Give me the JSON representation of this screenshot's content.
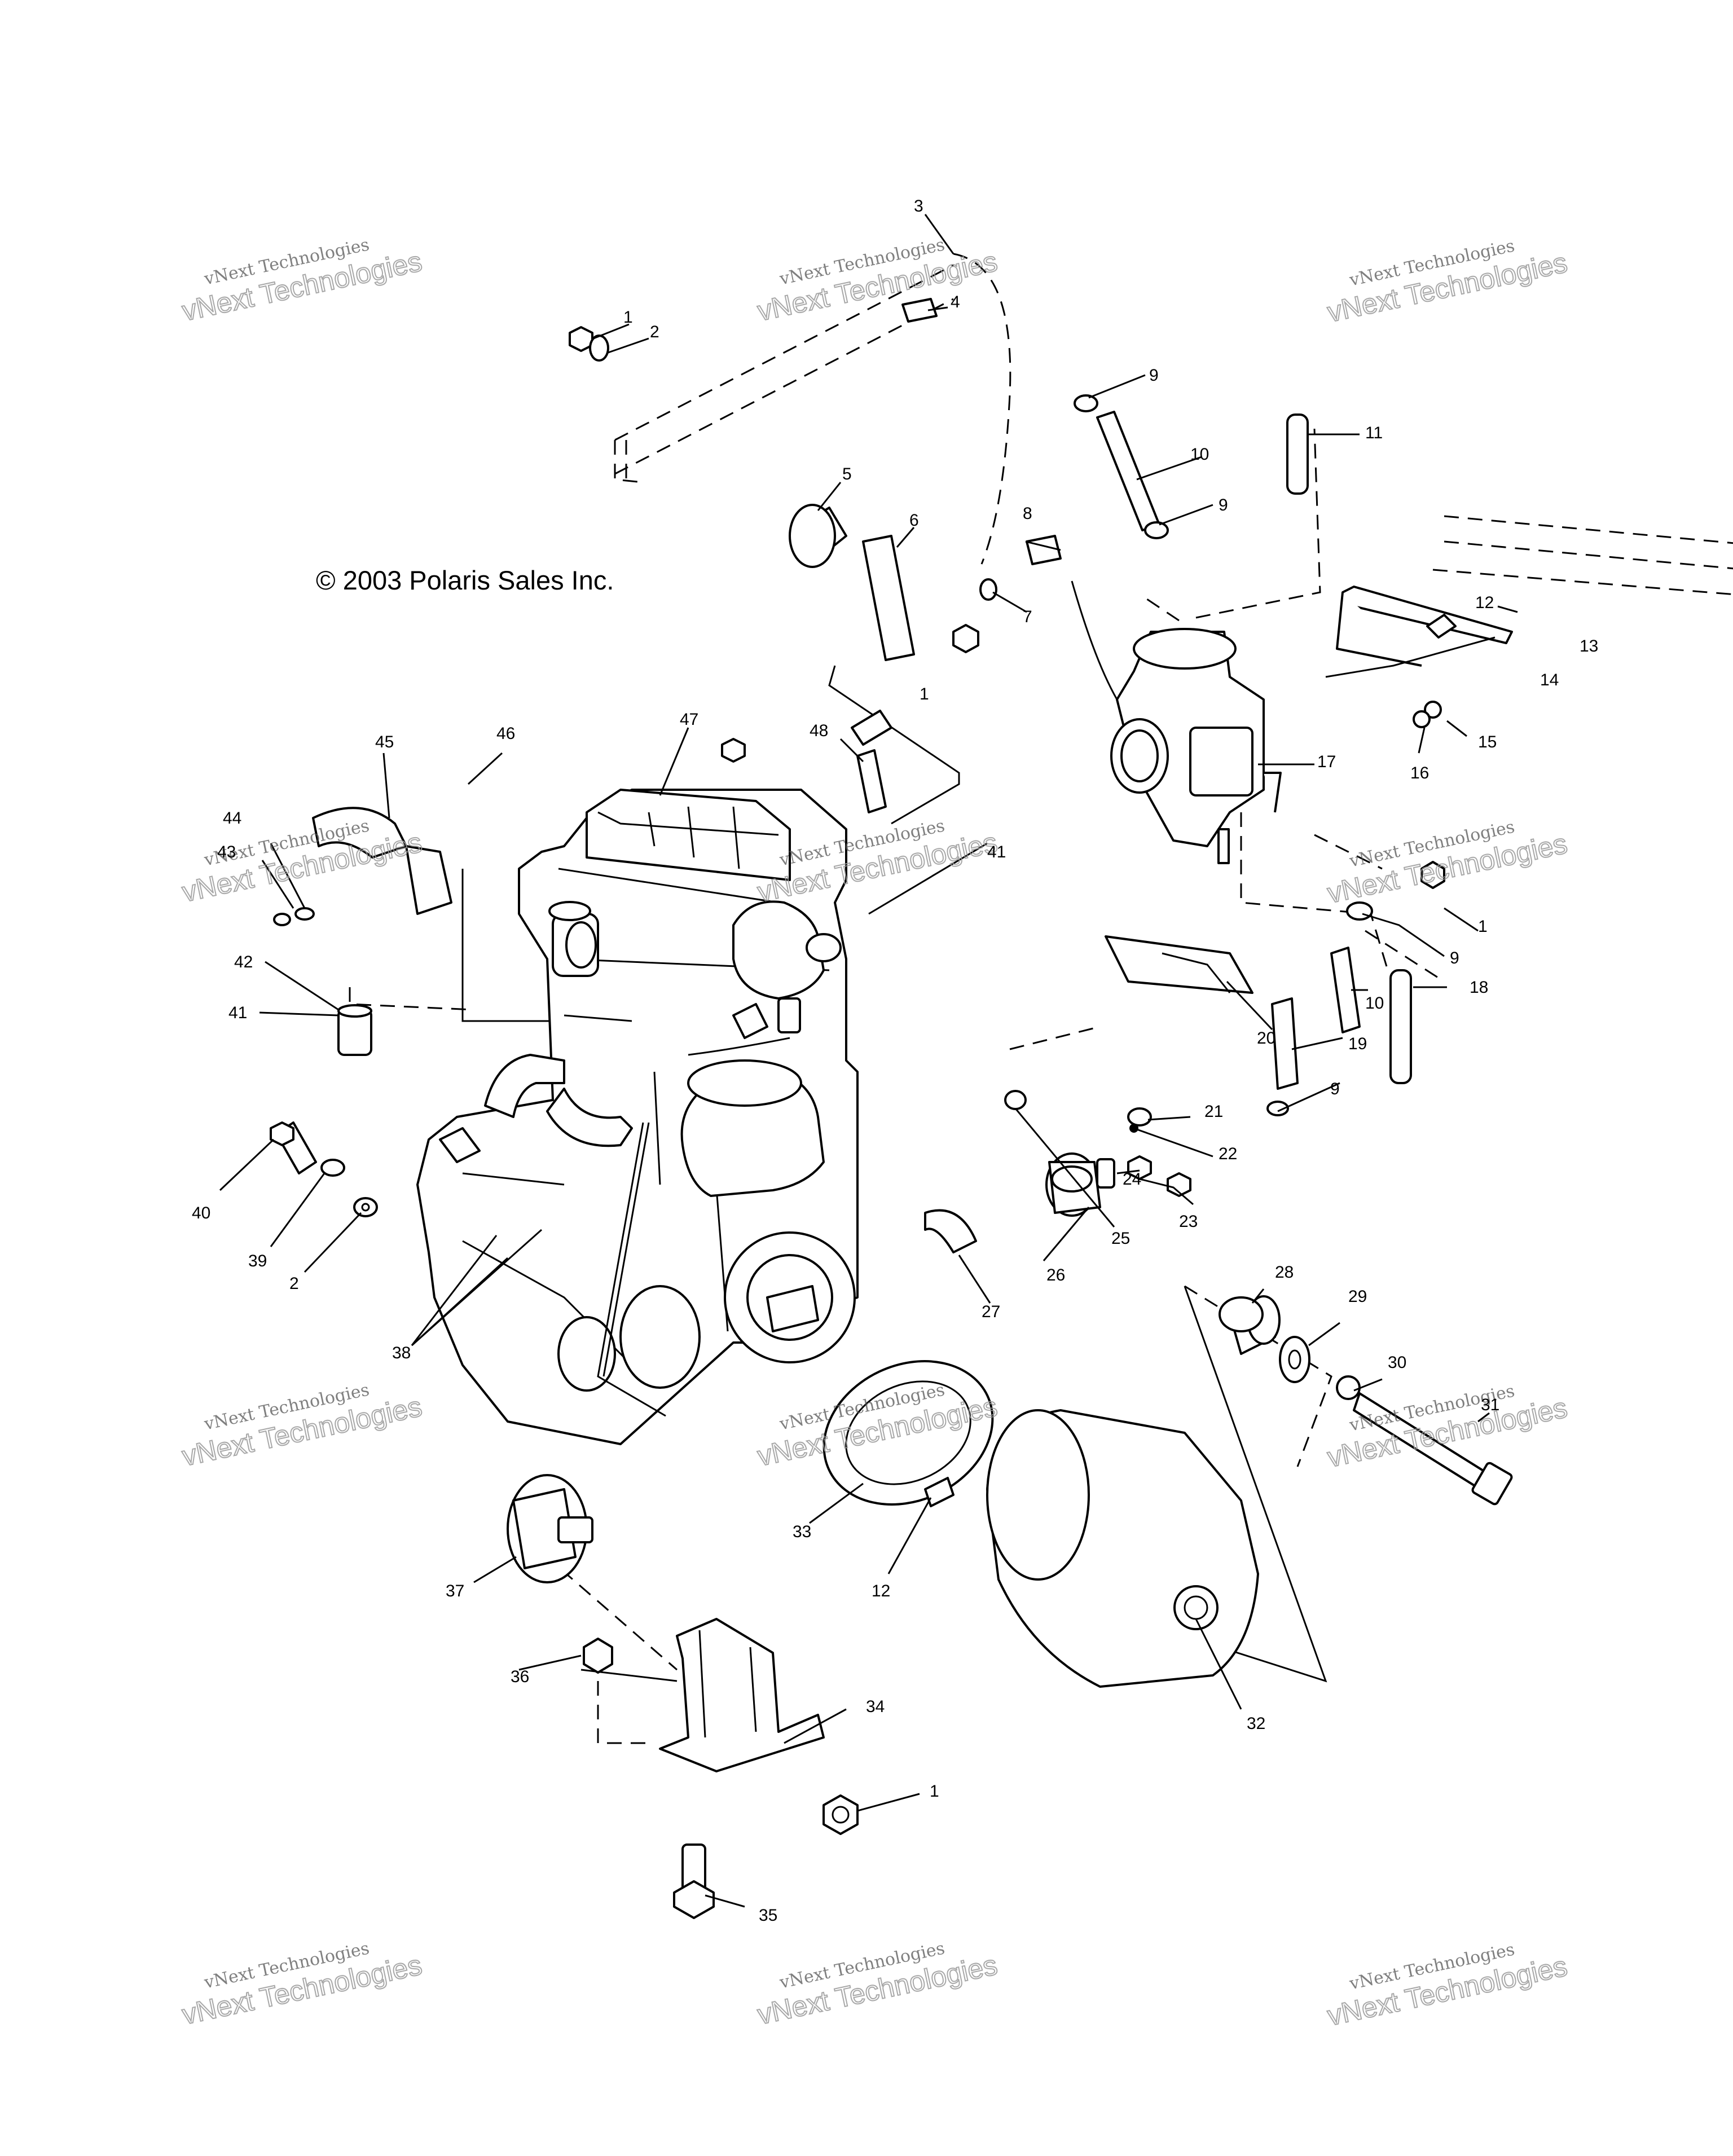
{
  "copyright": "© 2003 Polaris Sales Inc.",
  "watermark": {
    "line1": "vNext Technologies",
    "line2": "vNext Technologies"
  },
  "callouts": {
    "c1a": "1",
    "c2a": "2",
    "c3": "3",
    "c4": "4",
    "c5": "5",
    "c6": "6",
    "c7": "7",
    "c8": "8",
    "c1b": "1",
    "c9a": "9",
    "c10a": "10",
    "c9b": "9",
    "c11": "11",
    "c12a": "12",
    "c13": "13",
    "c14": "14",
    "c15": "15",
    "c16": "16",
    "c17": "17",
    "c1c": "1",
    "c9c": "9",
    "c10b": "10",
    "c18": "18",
    "c19": "19",
    "c9d": "9",
    "c20": "20",
    "c21": "21",
    "c22": "22",
    "c23": "23",
    "c24": "24",
    "c25": "25",
    "c26": "26",
    "c27": "27",
    "c28": "28",
    "c29": "29",
    "c30": "30",
    "c31": "31",
    "c32": "32",
    "c33": "33",
    "c12b": "12",
    "c34": "34",
    "c1d": "1",
    "c35": "35",
    "c36": "36",
    "c37": "37",
    "c38": "38",
    "c39": "39",
    "c2b": "2",
    "c40": "40",
    "c41a": "41",
    "c42": "42",
    "c41b": "41",
    "c43": "43",
    "c44": "44",
    "c45": "45",
    "c46": "46",
    "c47": "47",
    "c48": "48"
  }
}
